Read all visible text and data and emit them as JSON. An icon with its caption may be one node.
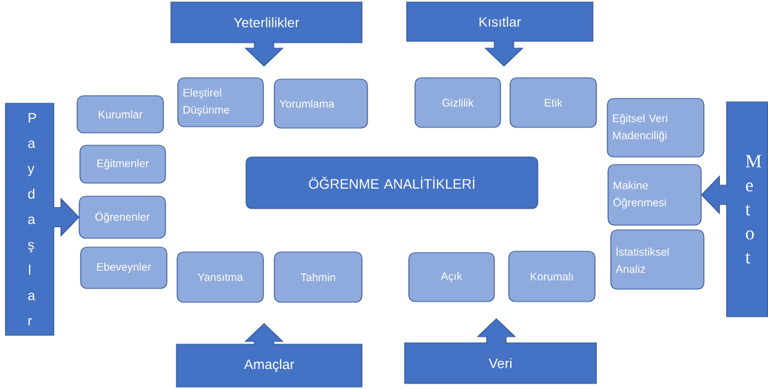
{
  "diagram": {
    "nodes": [
      {
        "text": [
          "Yeterlilikler"
        ]
      },
      {
        "text": [
          "Eleştirel Düşünme"
        ]
      },
      {
        "text": [
          "Yorumlama"
        ]
      },
      {
        "text": [
          "Kısıtlar"
        ]
      },
      {
        "text": [
          "Gizlilik"
        ]
      },
      {
        "text": [
          "Etik"
        ]
      },
      {
        "text": [
          "Paydaşlar"
        ]
      },
      {
        "text": [
          "Kurumlar"
        ]
      },
      {
        "text": [
          "Eğitmenler"
        ]
      },
      {
        "text": [
          "Öğrenenler"
        ]
      },
      {
        "text": [
          "Ebeveynler"
        ]
      },
      {
        "text": [
          "ÖĞRENME ANALİTİKLERİ"
        ]
      },
      {
        "text": [
          "Metot"
        ]
      },
      {
        "text": [
          "Eğitsel Veri Madenciliği"
        ]
      },
      {
        "text": [
          "Makine Öğrenmesi"
        ]
      },
      {
        "text": [
          "İstatistiksel Analiz"
        ]
      },
      {
        "text": [
          "Yansıtma"
        ]
      },
      {
        "text": [
          "Tahmin"
        ]
      },
      {
        "text": [
          "Amaçlar"
        ]
      },
      {
        "text": [
          "Açık"
        ]
      },
      {
        "text": [
          "Korumalı"
        ]
      },
      {
        "text": [
          "Veri"
        ]
      }
    ],
    "edges": [
      {
        "from": 0,
        "to": null,
        "arrow": "to"
      },
      {
        "from": 3,
        "to": null,
        "arrow": "to"
      },
      {
        "from": 6,
        "to": 9,
        "arrow": "to"
      },
      {
        "from": 12,
        "to": 14,
        "arrow": "to"
      },
      {
        "from": 18,
        "to": null,
        "arrow": "to"
      },
      {
        "from": 21,
        "to": null,
        "arrow": "to"
      }
    ]
  }
}
